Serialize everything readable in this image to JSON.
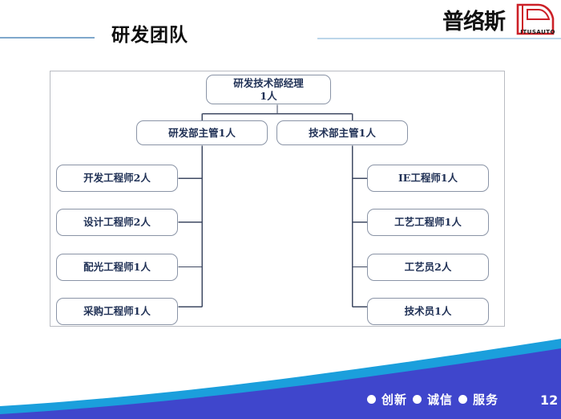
{
  "header": {
    "title": "研发团队",
    "rule_left_color": "#7fa8cc",
    "rule_right_color": "#bcd6ea"
  },
  "logo": {
    "text": "普络斯",
    "sub_text": "ITUSAUTO",
    "accent_color": "#cc2027",
    "text_color": "#111111",
    "mark": "truck-outline"
  },
  "org_chart": {
    "type": "diagram",
    "root": {
      "line1": "研发技术部经理",
      "line2": "1人"
    },
    "supervisors": [
      {
        "label": "研发部主管1人"
      },
      {
        "label": "技术部主管1人"
      }
    ],
    "left_branch": [
      {
        "label": "开发工程师2人"
      },
      {
        "label": "设计工程师2人"
      },
      {
        "label": "配光工程师1人"
      },
      {
        "label": "采购工程师1人"
      }
    ],
    "right_branch": [
      {
        "label": "IE工程师1人"
      },
      {
        "label": "工艺工程师1人"
      },
      {
        "label": "工艺员2人"
      },
      {
        "label": "技术员1人"
      }
    ],
    "box_border_color": "#8a94a6",
    "text_color": "#1f3055",
    "connector_color": "#3f4a63",
    "frame_border_color": "#b9bcc2"
  },
  "footer": {
    "slogan": [
      "创新",
      "诚信",
      "服务"
    ],
    "page_number": "12",
    "wave_top_color": "#1b9fdc",
    "wave_bottom_color": "#3f46cc"
  }
}
